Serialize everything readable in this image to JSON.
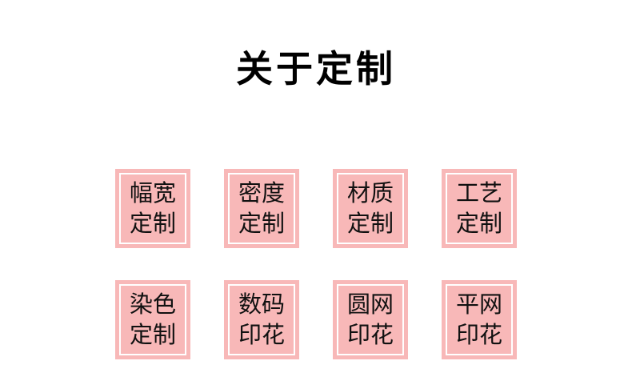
{
  "title": {
    "text": "关于定制"
  },
  "colors": {
    "page_background": "#ffffff",
    "tile_background": "#f8b8b8",
    "tile_inner_border": "#ffffff",
    "tile_text": "#111111",
    "title_text": "#000000"
  },
  "grid": {
    "rows": [
      {
        "items": [
          {
            "line1": "幅宽",
            "line2": "定制"
          },
          {
            "line1": "密度",
            "line2": "定制"
          },
          {
            "line1": "材质",
            "line2": "定制"
          },
          {
            "line1": "工艺",
            "line2": "定制"
          }
        ]
      },
      {
        "items": [
          {
            "line1": "染色",
            "line2": "定制"
          },
          {
            "line1": "数码",
            "line2": "印花"
          },
          {
            "line1": "圆网",
            "line2": "印花"
          },
          {
            "line1": "平网",
            "line2": "印花"
          }
        ]
      }
    ]
  }
}
